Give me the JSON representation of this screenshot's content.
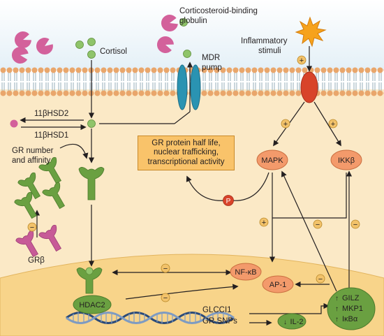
{
  "labels": {
    "cortisol": "Cortisol",
    "cbg_line1": "Corticosteroid-binding",
    "cbg_line2": "globulin",
    "mdr_line1": "MDR",
    "mdr_line2": "pump",
    "inflam_line1": "Inflammatory",
    "inflam_line2": "stimuli",
    "hsd2": "11βHSD2",
    "hsd1": "11βHSD1",
    "gr_number_line1": "GR number",
    "gr_number_line2": "and affinity",
    "gr_beta": "GRβ",
    "gr_box_line1": "GR protein half life,",
    "gr_box_line2": "nuclear trafficking,",
    "gr_box_line3": "transcriptional activity",
    "mapk": "MAPK",
    "ikkb": "IKKβ",
    "phospho": "P",
    "nfkb": "NF-κB",
    "ap1": "AP-1",
    "hdac2": "HDAC2",
    "glcci1": "GLCCI1",
    "gr_snps": "GR SNPs",
    "il2": "IL-2",
    "gilz": "GILZ",
    "mkp1": "MKP1",
    "ikba": "IκBα",
    "plus": "+",
    "minus": "−"
  },
  "colors": {
    "cytoplasm": "#fbe9c6",
    "extracellular": "#e7f2f8",
    "nucleus": "#f8d48a",
    "membrane_head": "#e9a66b",
    "membrane_tail": "#9db4c0",
    "cortisol_ball": "#8fc46a",
    "cbg": "#d3619b",
    "receptor_green": "#6aa041",
    "gr_beta": "#c75a97",
    "ion_channel": "#2a93b2",
    "orange_node": "#f39a6b",
    "receptor_red": "#d8432a",
    "star": "#f6a21c",
    "box_fill": "#f9c36a",
    "sign_circle": "#f2c26a",
    "dna_dark": "#2b4a78",
    "dna_light": "#7e9bc2"
  }
}
